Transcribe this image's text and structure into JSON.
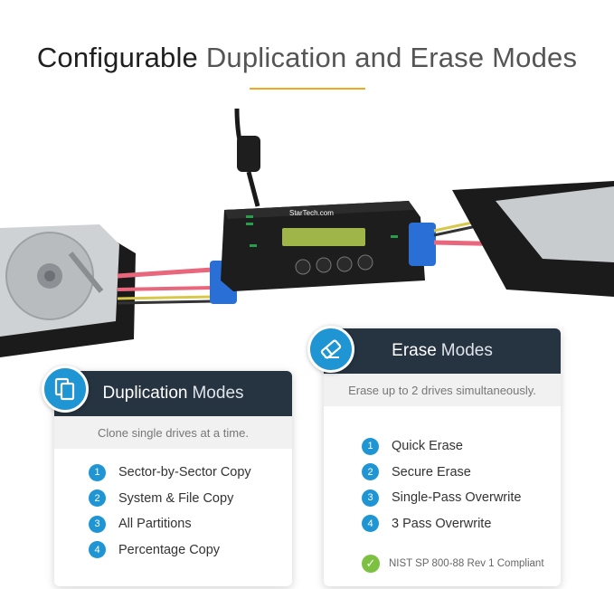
{
  "header": {
    "title_bold": "Configurable",
    "title_light": "Duplication and Erase Modes"
  },
  "device": {
    "brand": "StarTech.com"
  },
  "duplication": {
    "title": "Duplication",
    "title_light": "Modes",
    "subtitle": "Clone single drives at a time.",
    "items": [
      {
        "n": "1",
        "label": "Sector-by-Sector Copy"
      },
      {
        "n": "2",
        "label": "System & File Copy"
      },
      {
        "n": "3",
        "label": "All Partitions"
      },
      {
        "n": "4",
        "label": "Percentage Copy"
      }
    ]
  },
  "erase": {
    "title": "Erase",
    "title_light": "Modes",
    "subtitle": "Erase up to 2 drives simultaneously.",
    "items": [
      {
        "n": "1",
        "label": "Quick Erase"
      },
      {
        "n": "2",
        "label": "Secure Erase"
      },
      {
        "n": "3",
        "label": "Single-Pass Overwrite"
      },
      {
        "n": "4",
        "label": "3 Pass Overwrite"
      }
    ],
    "compliance": "NIST SP 800-88 Rev 1 Compliant"
  },
  "colors": {
    "accent": "#1f95d3",
    "header_bg": "#263340",
    "rule": "#f2a81d",
    "check": "#7dc142"
  },
  "icons": {
    "duplication": "copy-icon",
    "erase": "eraser-icon",
    "compliance": "checkmark-icon"
  }
}
